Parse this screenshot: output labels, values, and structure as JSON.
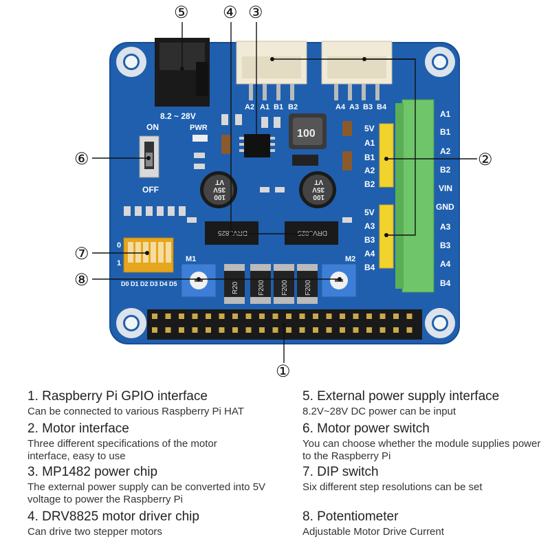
{
  "board": {
    "voltage_label": "8.2 ~ 28V",
    "switch_on": "ON",
    "switch_off": "OFF",
    "pwr_label": "PWR",
    "inductor_label": "100",
    "cap_label_1": "100\n35V\nVT",
    "cap_label_2": "100\n35V\nVT",
    "driver_label_1": "DRV8825",
    "driver_label_2": "DRV8825",
    "header_left_labels": [
      "5V",
      "A1",
      "B1",
      "A2",
      "B2"
    ],
    "header_left_labels_2": [
      "5V",
      "A3",
      "B3",
      "A4",
      "B4"
    ],
    "terminal_labels": [
      "A1",
      "B1",
      "A2",
      "B2",
      "VIN",
      "GND",
      "A3",
      "B3",
      "A4",
      "B4"
    ],
    "connector1_pins": [
      "A2",
      "A1",
      "B1",
      "B2"
    ],
    "connector2_pins": [
      "A4",
      "A3",
      "B3",
      "B4"
    ],
    "dip_zero": "0",
    "dip_one": "1",
    "dip_labels": [
      "D0",
      "D1",
      "D2",
      "D3",
      "D4",
      "D5"
    ],
    "m1_label": "M1",
    "m2_label": "M2",
    "resistor_labels": [
      "R20",
      "F200",
      "F200",
      "F200"
    ]
  },
  "callouts": [
    "①",
    "②",
    "③",
    "④",
    "⑤",
    "⑥",
    "⑦",
    "⑧"
  ],
  "descriptions": [
    {
      "title": "1. Raspberry Pi GPIO interface",
      "text": "Can be connected to various Raspberry Pi HAT"
    },
    {
      "title": "2. Motor interface",
      "text": "Three different specifications of the motor interface, easy to use"
    },
    {
      "title": "3. MP1482 power chip",
      "text": "The external power supply can be converted into 5V voltage to power the Raspberry Pi"
    },
    {
      "title": "4. DRV8825 motor driver chip",
      "text": "Can drive two stepper motors"
    },
    {
      "title": "5. External power supply interface",
      "text": "8.2V~28V DC power can be input"
    },
    {
      "title": "6. Motor power switch",
      "text": "You can choose whether the module supplies power to the Raspberry Pi"
    },
    {
      "title": "7. DIP switch",
      "text": "Six different step resolutions can be set"
    },
    {
      "title": "8. Potentiometer",
      "text": "Adjustable Motor Drive Current"
    }
  ],
  "colors": {
    "pcb": "#1f5fae",
    "pcb_edge": "#174d91",
    "terminal_green": "#6fc56a",
    "header_yellow": "#f2d22c",
    "pot_blue": "#3d7fd6",
    "dip_orange": "#e6a61d"
  }
}
